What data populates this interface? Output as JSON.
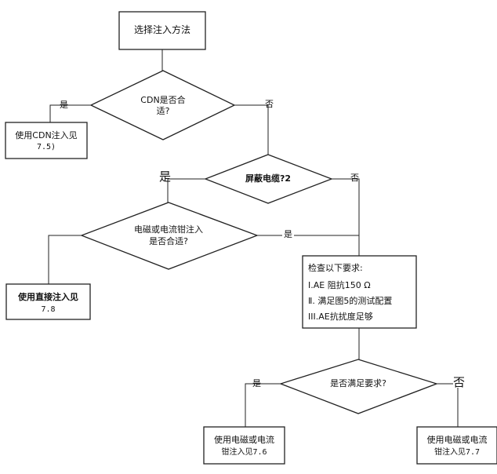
{
  "nodes": {
    "start": {
      "text": "选择注入方法"
    },
    "cdn_decision": {
      "line1": "CDN是否合",
      "line2": "适?"
    },
    "use_cdn": {
      "line1": "使用CDN注入见",
      "line2": "7.5)"
    },
    "shield_decision": {
      "text": "屏蔽电缆?2"
    },
    "clamp_decision": {
      "line1": "电磁或电流钳注入",
      "line2": "是否合适?"
    },
    "use_direct": {
      "line1": "使用直接注入见",
      "line2": "7.8"
    },
    "check_box": {
      "title": "检查以下要求:",
      "item1": "I.AE  阻抗150   Ω",
      "item2": "Ⅱ. 满足图5的测试配置",
      "item3": "III.AE抗扰度足够"
    },
    "meet_decision": {
      "text": "是否满足要求?"
    },
    "use_clamp_76": {
      "line1": "使用电磁或电流",
      "line2": "钳注入见7.6"
    },
    "use_clamp_77": {
      "line1": "使用电磁或电流",
      "line2": "钳注入见7.7"
    }
  },
  "edge_labels": {
    "cdn_yes": "是",
    "cdn_no": "否",
    "shield_yes": "是",
    "shield_no": "否",
    "clamp_yes": "是",
    "meet_yes": "是",
    "meet_no": "否"
  }
}
